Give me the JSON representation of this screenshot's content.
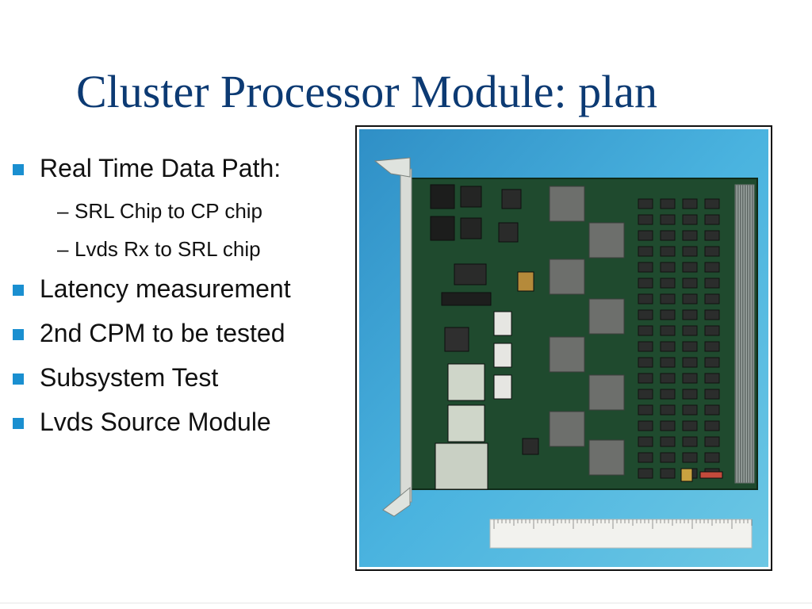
{
  "slide": {
    "title": "Cluster Processor Module: plan",
    "bullets": [
      {
        "text": "Real Time Data Path:",
        "sub": [
          "SRL Chip to CP chip",
          "Lvds Rx to SRL chip"
        ]
      },
      {
        "text": "Latency measurement",
        "sub": []
      },
      {
        "text": "2nd CPM to be tested",
        "sub": []
      },
      {
        "text": "Subsystem Test",
        "sub": []
      },
      {
        "text": "Lvds Source Module",
        "sub": []
      }
    ],
    "colors": {
      "title": "#0c3a73",
      "bullet_marker": "#1a8fd0",
      "photo_background": "#3aa6d8",
      "board": "#1f4a2e"
    },
    "icons": {
      "bullet_marker": "square-bullet-icon",
      "sub_marker": "en-dash"
    }
  }
}
